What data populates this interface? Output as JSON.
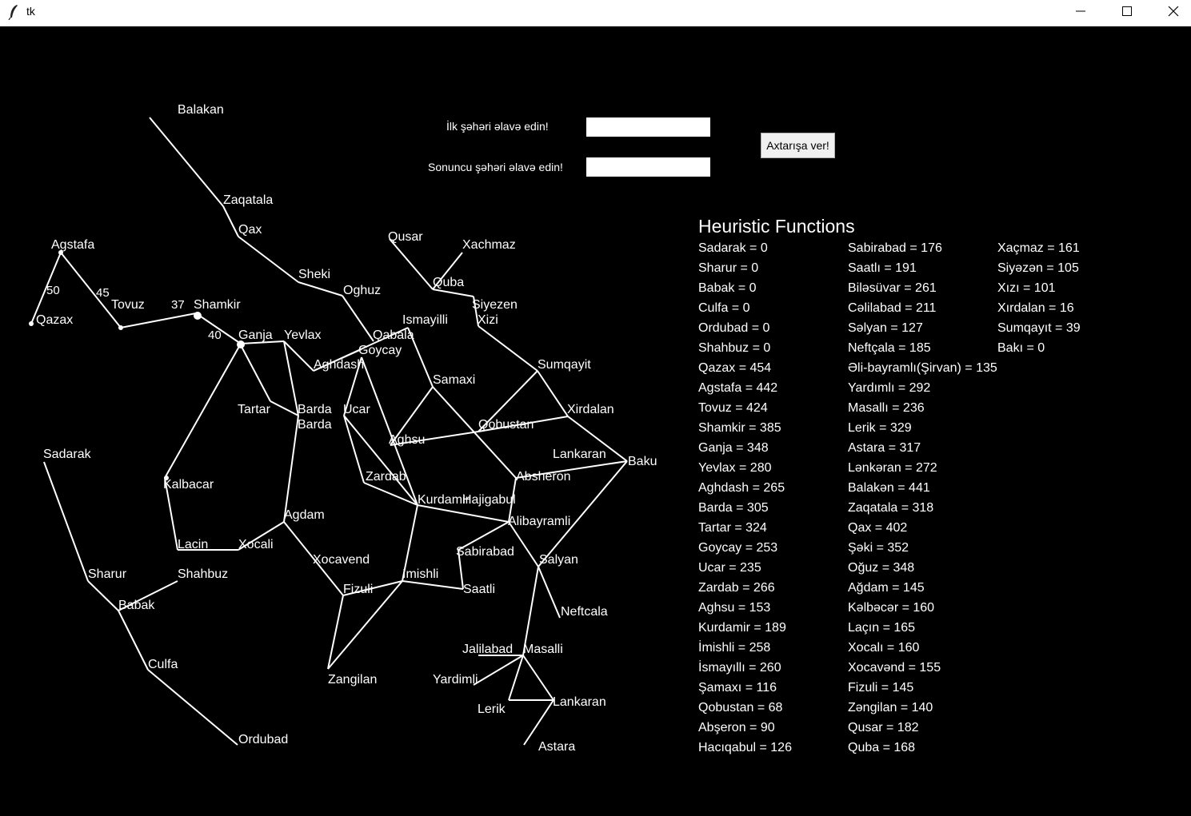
{
  "window": {
    "title": "tk",
    "icon": "feather-icon",
    "controls": [
      "minimize-icon",
      "maximize-icon",
      "close-icon"
    ]
  },
  "form": {
    "first_city_label": "İlk şəhəri əlavə edin!",
    "first_city_value": "",
    "last_city_label": "Sonuncu şəhəri əlavə edin!",
    "last_city_value": "",
    "search_button": "Axtarışa ver!"
  },
  "heuristics": {
    "title": "Heuristic Functions",
    "col1": [
      "Sadarak = 0",
      "Sharur = 0",
      "Babak = 0",
      "Culfa = 0",
      "Ordubad = 0",
      "Shahbuz = 0",
      "Qazax = 454",
      "Agstafa = 442",
      "Tovuz = 424",
      "Shamkir = 385",
      "Ganja = 348",
      "Yevlax = 280",
      "Aghdash = 265",
      "Barda = 305",
      "Tartar = 324",
      "Goycay = 253",
      "Ucar = 235",
      "Zardab = 266",
      "Aghsu = 153",
      "Kurdamir = 189",
      "İmishli = 258",
      "İsmayıllı = 260",
      "Şamaxı = 116",
      "Qobustan = 68",
      "Abşeron = 90",
      "Hacıqabul = 126"
    ],
    "col2": [
      "Sabirabad = 176",
      "Saatlı = 191",
      "Biləsüvar = 261",
      "Cəlilabad = 211",
      "Səlyan = 127",
      "Neftçala = 185",
      "Əli-bayramlı(Şirvan) = 135",
      "Yardımlı = 292",
      "Masallı = 236",
      "Lerik = 329",
      "Astara = 317",
      "Lənkəran = 272",
      "Balakən = 441",
      "Zaqatala = 318",
      "Qax = 402",
      "Şəki = 352",
      "Oğuz = 348",
      "Ağdam = 145",
      "Kəlbəcər = 160",
      "Laçın = 165",
      "Xocalı = 160",
      "Xocavənd = 155",
      "Fizuli = 145",
      "Zəngilan = 140",
      "Qusar = 182",
      "Quba = 168"
    ],
    "col3": [
      "Xaçmaz = 161",
      "Siyəzən = 105",
      "Xızı = 101",
      "Xırdalan = 16",
      "Sumqayıt = 39",
      "Bakı = 0"
    ]
  },
  "map": {
    "cities": [
      "Balakan",
      "Zaqatala",
      "Qax",
      "Sheki",
      "Oghuz",
      "Qabala",
      "Ismayilli",
      "Agstafa",
      "Qazax",
      "Tovuz",
      "Shamkir",
      "Ganja",
      "Yevlax",
      "Aghdash",
      "Goycay",
      "Tartar",
      "Barda",
      "Barda",
      "Ucar",
      "Samaxi",
      "Aghsu",
      "Qobustan",
      "Qusar",
      "Xachmaz",
      "Quba",
      "Siyezen",
      "Xizi",
      "Sumqayit",
      "Xirdalan",
      "Baku",
      "Lankaran",
      "Absheron",
      "Hajigabul",
      "Alibayramli",
      "Zardab",
      "Kurdamir",
      "Kalbacar",
      "Lacin",
      "Xocali",
      "Agdam",
      "Xocavend",
      "Fizuli",
      "Imishli",
      "Sabirabad",
      "Saatli",
      "Salyan",
      "Neftcala",
      "Sadarak",
      "Sharur",
      "Shahbuz",
      "Babak",
      "Culfa",
      "Ordubad",
      "Zangilan",
      "Jalilabad",
      "Masalli",
      "Yardimli",
      "Lerik",
      "Lankaran",
      "Astara"
    ],
    "edge_weights": [
      "50",
      "45",
      "37",
      "40"
    ]
  }
}
